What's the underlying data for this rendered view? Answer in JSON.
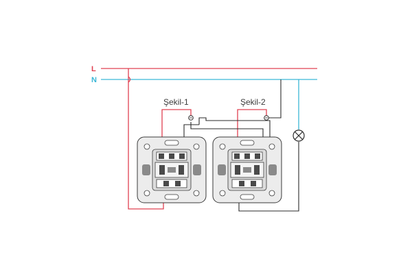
{
  "lines": {
    "live_label": "L",
    "neutral_label": "N"
  },
  "switches": [
    {
      "label": "Şekil-1"
    },
    {
      "label": "Şekil-2"
    }
  ],
  "colors": {
    "live": "#e04050",
    "neutral": "#3ab6d6",
    "wire": "#2a2a2a",
    "body": "#ececec"
  },
  "icons": {
    "lamp": "lamp-icon",
    "terminal": "screw-terminal-icon"
  }
}
